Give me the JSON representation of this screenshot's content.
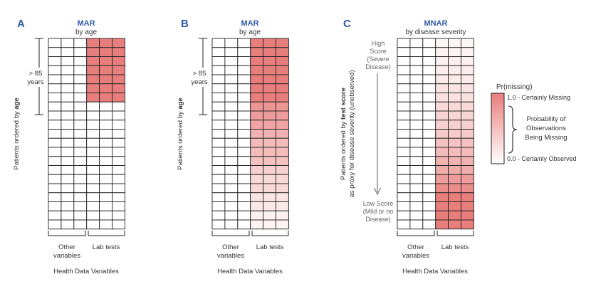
{
  "colors": {
    "panel_letter": "#2f5aa8",
    "panel_title": "#2f5aa8",
    "missing_max": "#e87e7c",
    "grid_line": "#222222"
  },
  "panels": [
    {
      "id": "A",
      "letter": "A",
      "title": "MAR",
      "subtitle": "by age",
      "ylabel_pre": "Patients ordered by ",
      "ylabel_bold": "age",
      "ylabel_line2": "",
      "bracket_label": [
        "> 85",
        "years"
      ],
      "group_labels": {
        "other": [
          "Other",
          "variables"
        ],
        "lab": "Lab tests"
      },
      "xlabel": "Health Data Variables",
      "lab_missingness_by_row": [
        0.85,
        0.85,
        0.85,
        0.85,
        0.85,
        0.85,
        0.85,
        0,
        0,
        0,
        0,
        0,
        0,
        0,
        0,
        0,
        0,
        0,
        0,
        0,
        0
      ]
    },
    {
      "id": "B",
      "letter": "B",
      "title": "MAR",
      "subtitle": "by age",
      "ylabel_pre": "Patients ordered by ",
      "ylabel_bold": "age",
      "ylabel_line2": "",
      "bracket_label": [
        "> 85",
        "years"
      ],
      "group_labels": {
        "other": [
          "Other",
          "variables"
        ],
        "lab": "Lab tests"
      },
      "xlabel": "Health Data Variables",
      "lab_missingness_by_row": [
        0.85,
        0.85,
        0.85,
        0.85,
        0.85,
        0.85,
        0.85,
        0.7,
        0.65,
        0.6,
        0.5,
        0.45,
        0.45,
        0.4,
        0.3,
        0.25,
        0.25,
        0.18,
        0.15,
        0.1,
        0.08
      ]
    },
    {
      "id": "C",
      "letter": "C",
      "title": "MNAR",
      "subtitle": "by disease severity",
      "ylabel_pre": "Patients ordered by ",
      "ylabel_bold": "test score",
      "ylabel_line2": "as proxy for disease severity (unobserved)",
      "arrow_top_label": [
        "High",
        "Score",
        "(Severe",
        "Disease)"
      ],
      "arrow_bottom_label": [
        "Low Score",
        "(Mild or no",
        "Disease)"
      ],
      "group_labels": {
        "other": [
          "Other",
          "variables"
        ],
        "lab": "Lab tests"
      },
      "xlabel": "Health Data Variables",
      "lab_missingness_by_row": [
        0.06,
        0.08,
        0.1,
        0.12,
        0.15,
        0.18,
        0.2,
        0.25,
        0.28,
        0.3,
        0.35,
        0.4,
        0.45,
        0.5,
        0.55,
        0.65,
        0.75,
        0.85,
        0.85,
        0.85,
        0.85
      ]
    }
  ],
  "legend": {
    "title": "Pr(missing)",
    "top_label": "1.0 - Certainly Missing",
    "bottom_label": "0.0 - Certainly Observed",
    "brace_label": [
      "Probability of",
      "Observations",
      "Being Missing"
    ]
  }
}
